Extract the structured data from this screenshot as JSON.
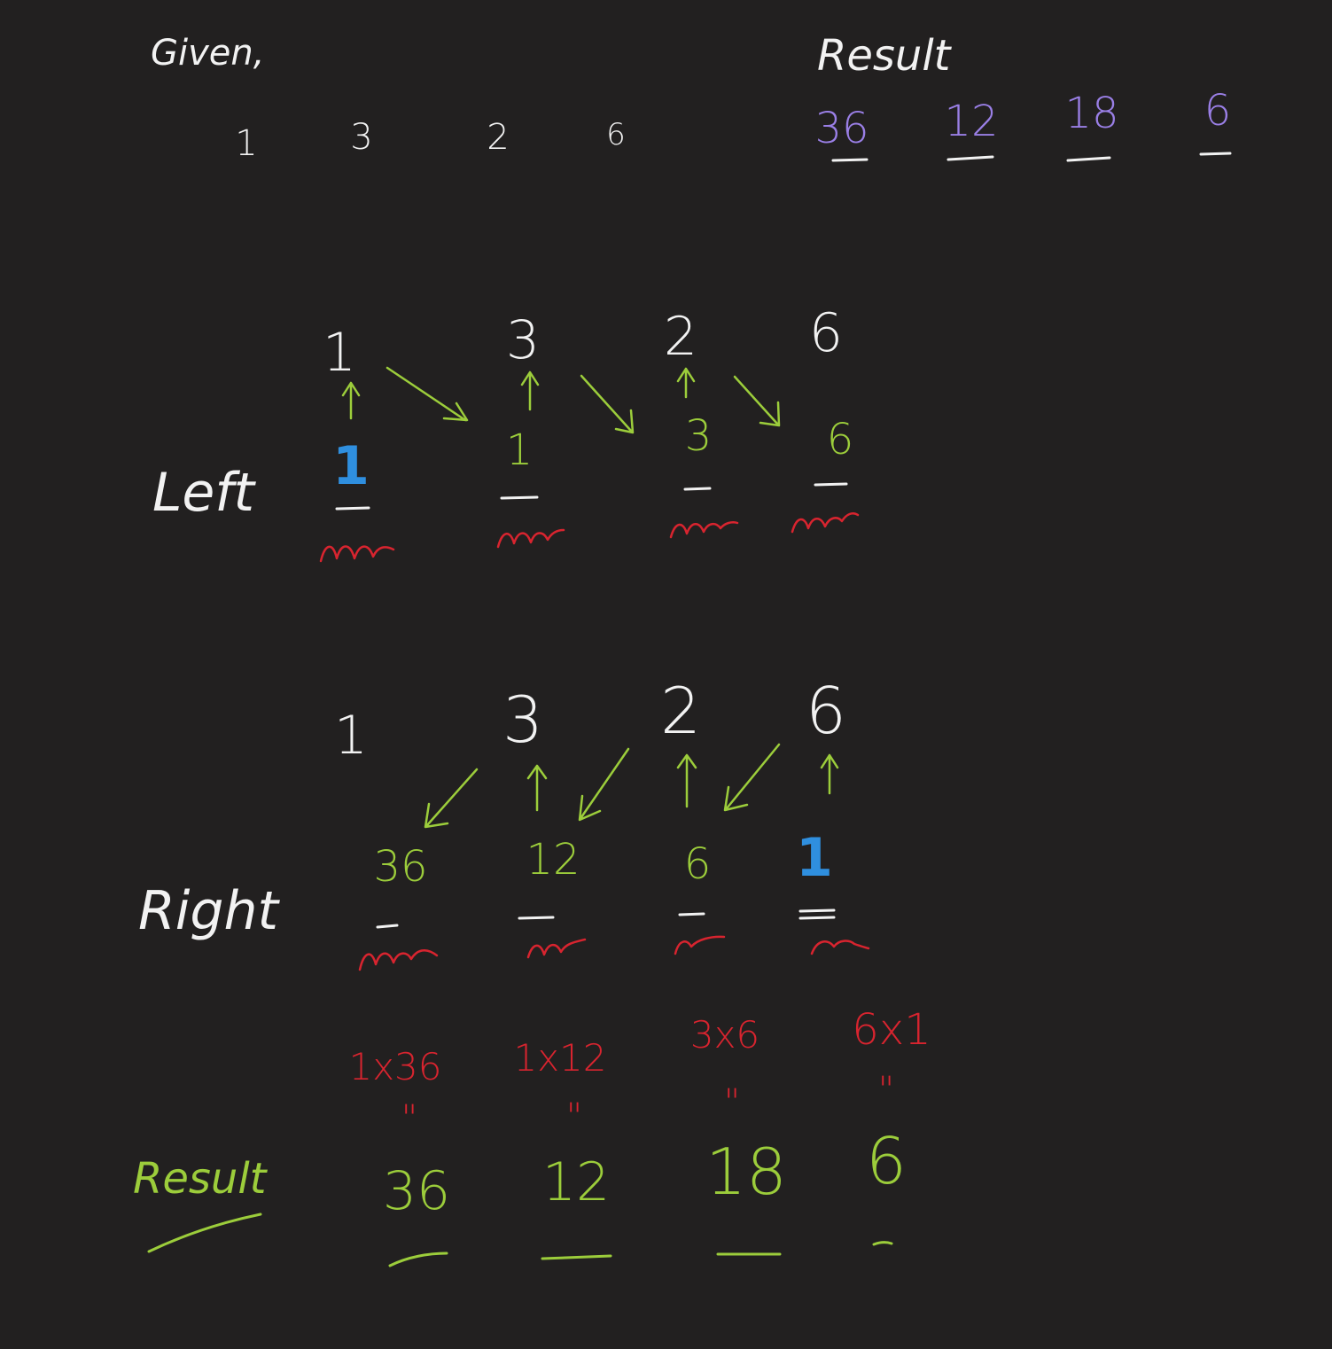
{
  "colors": {
    "background": "#222020",
    "white": "#f2f2f2",
    "purple": "#9a7fe6",
    "green": "#9ccd3b",
    "red": "#d8242f",
    "blue": "#2f8fdf"
  },
  "given": {
    "label": "Given,",
    "values": [
      "1",
      "3",
      "2",
      "6"
    ]
  },
  "result_top": {
    "label": "Result",
    "values": [
      "36",
      "12",
      "18",
      "6"
    ]
  },
  "left_section": {
    "label": "Left",
    "input": [
      "1",
      "3",
      "2",
      "6"
    ],
    "values": [
      "1",
      "1",
      "3",
      "6"
    ]
  },
  "right_section": {
    "label": "Right",
    "input": [
      "1",
      "3",
      "2",
      "6"
    ],
    "values": [
      "36",
      "12",
      "6",
      "1"
    ]
  },
  "products": [
    "1x36",
    "1x12",
    "3x6",
    "6x1"
  ],
  "equals_marks": [
    "\"",
    "\"",
    "\"",
    "\""
  ],
  "result_bottom": {
    "label": "Result",
    "values": [
      "36",
      "12",
      "18",
      "6"
    ]
  }
}
